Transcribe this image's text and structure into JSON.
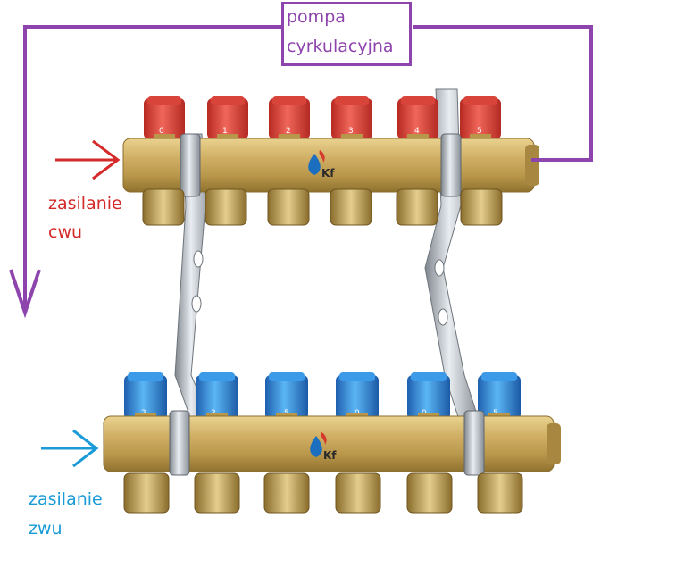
{
  "labels": {
    "pump_line1": "pompa",
    "pump_line2": "cyrkulacyjna",
    "hot_line1": "zasilanie",
    "hot_line2": "cwu",
    "cold_line1": "zasilanie",
    "cold_line2": "zwu"
  },
  "top_knobs": [
    "0",
    "1",
    "2",
    "3",
    "4",
    "5"
  ],
  "bottom_knobs": [
    "2",
    "3",
    "5",
    "0",
    "0",
    "5"
  ],
  "colors": {
    "circulation": "#8e44ad",
    "hot_supply": "#d42a2a",
    "cold_supply": "#1a9bd7",
    "brass": "#c9a85a",
    "brass_dark": "#9c7d37",
    "red_cap": "#e0473d",
    "blue_cap": "#2f8fe0",
    "chrome": "#b9bfc6"
  },
  "icons": [
    "flame-drop-logo-icon"
  ]
}
